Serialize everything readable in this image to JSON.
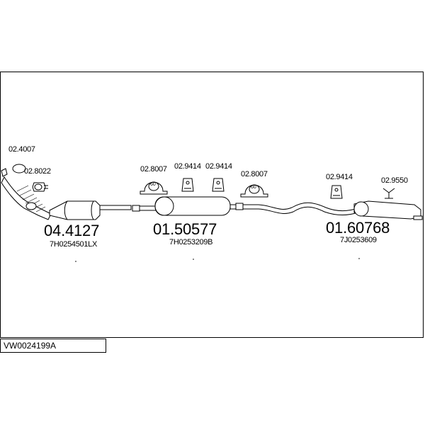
{
  "diagram_code": "VW0024199A",
  "parts": {
    "gasket_top": "02.4007",
    "clamp_small": "02.8022",
    "clamp_60_left": "02.8007",
    "hanger_a": "02.9414",
    "hanger_b": "02.9414",
    "clamp_60_right": "02.8007",
    "hanger_c": "02.9414",
    "bracket": "02.9550"
  },
  "clamp_size": "60",
  "sections": [
    {
      "part_no": "04.4127",
      "oe": "7H0254501LX"
    },
    {
      "part_no": "01.50577",
      "oe": "7H0253209B"
    },
    {
      "part_no": "01.60768",
      "oe": "7J0253609"
    }
  ]
}
